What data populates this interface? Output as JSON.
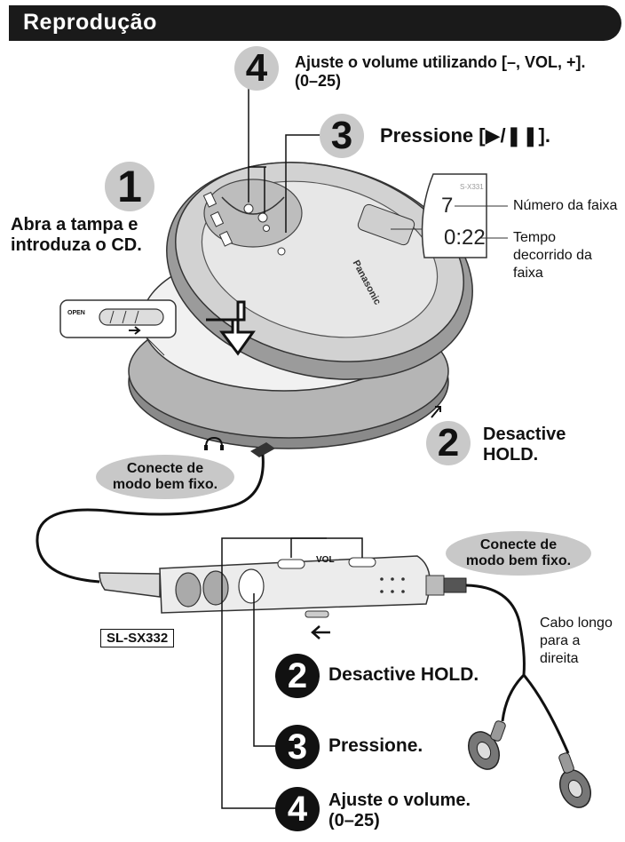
{
  "header": {
    "title": "Reprodução"
  },
  "steps": {
    "n1": "1",
    "n2": "2",
    "n3": "3",
    "n4": "4",
    "step1_line1": "Abra a tampa e",
    "step1_line2": "introduza o CD.",
    "step2_line1": "Desactive",
    "step2_line2": "HOLD.",
    "step3": "Pressione [▶/❚❚].",
    "step4_line1": "Ajuste o volume utilizando [–, VOL, +].",
    "step4_line2": "(0–25)"
  },
  "display": {
    "track": "7",
    "time": "0:22",
    "model_small": "S-X331",
    "track_label": "Número da faixa",
    "time_label_line1": "Tempo",
    "time_label_line2": "decorrido da",
    "time_label_line3": "faixa"
  },
  "callouts": {
    "upper_line1": "Conecte de",
    "upper_line2": "modo bem fixo.",
    "right_line1": "Conecte de",
    "right_line2": "modo bem fixo."
  },
  "remote": {
    "model": "SL-SX332",
    "vol_label": "VOL",
    "open_label": "OPEN",
    "step2": "Desactive HOLD.",
    "step3": "Pressione.",
    "step4_line1": "Ajuste o volume.",
    "step4_line2": "(0–25)"
  },
  "cable_note": {
    "line1": "Cabo longo",
    "line2": "para a",
    "line3": "direita"
  },
  "brand": "Panasonic",
  "colors": {
    "header_bg": "#1a1a1a",
    "callout_bg": "#c8c8c8",
    "step_bg": "#c9c9c9"
  }
}
